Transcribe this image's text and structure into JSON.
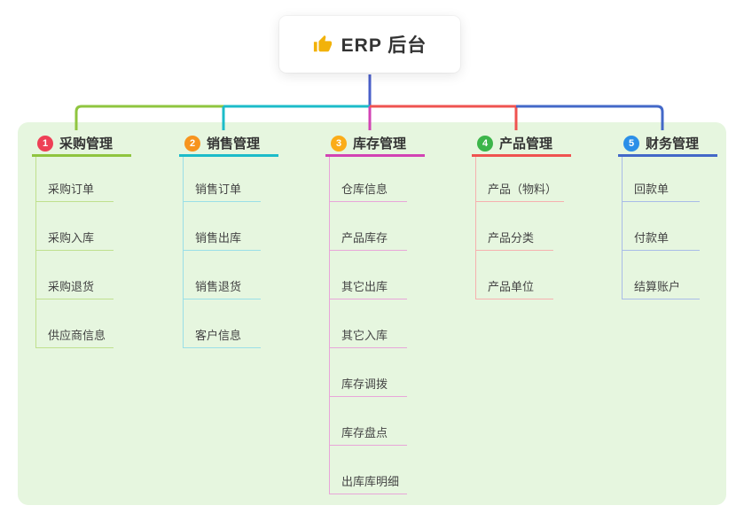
{
  "root": {
    "title": "ERP 后台",
    "icon": "thumbs-up-icon",
    "icon_color": "#f2b20a"
  },
  "theme": {
    "background": "#ffffff",
    "panel_bg": "#e6f6df",
    "root_connector": "#4a5fc9",
    "title_text": "#333333",
    "item_text": "#444444"
  },
  "branches": [
    {
      "badge": "1",
      "title": "采购管理",
      "badge_color": "#ee4056",
      "color": "#8fc53f",
      "line_color": "#bfe08e",
      "items": [
        "采购订单",
        "采购入库",
        "采购退货",
        "供应商信息"
      ]
    },
    {
      "badge": "2",
      "title": "销售管理",
      "badge_color": "#f7941e",
      "color": "#1cbcc9",
      "line_color": "#9adfe7",
      "items": [
        "销售订单",
        "销售出库",
        "销售退货",
        "客户信息"
      ]
    },
    {
      "badge": "3",
      "title": "库存管理",
      "badge_color": "#fbac18",
      "color": "#d243b4",
      "line_color": "#e8a6d9",
      "items": [
        "仓库信息",
        "产品库存",
        "其它出库",
        "其它入库",
        "库存调拨",
        "库存盘点",
        "出库库明细"
      ]
    },
    {
      "badge": "4",
      "title": "产品管理",
      "badge_color": "#3cb54a",
      "color": "#ef5350",
      "line_color": "#f6b1af",
      "items": [
        "产品（物料）",
        "产品分类",
        "产品单位"
      ]
    },
    {
      "badge": "5",
      "title": "财务管理",
      "badge_color": "#2b8fe8",
      "color": "#4368c8",
      "line_color": "#a9bce8",
      "items": [
        "回款单",
        "付款单",
        "结算账户"
      ]
    }
  ]
}
